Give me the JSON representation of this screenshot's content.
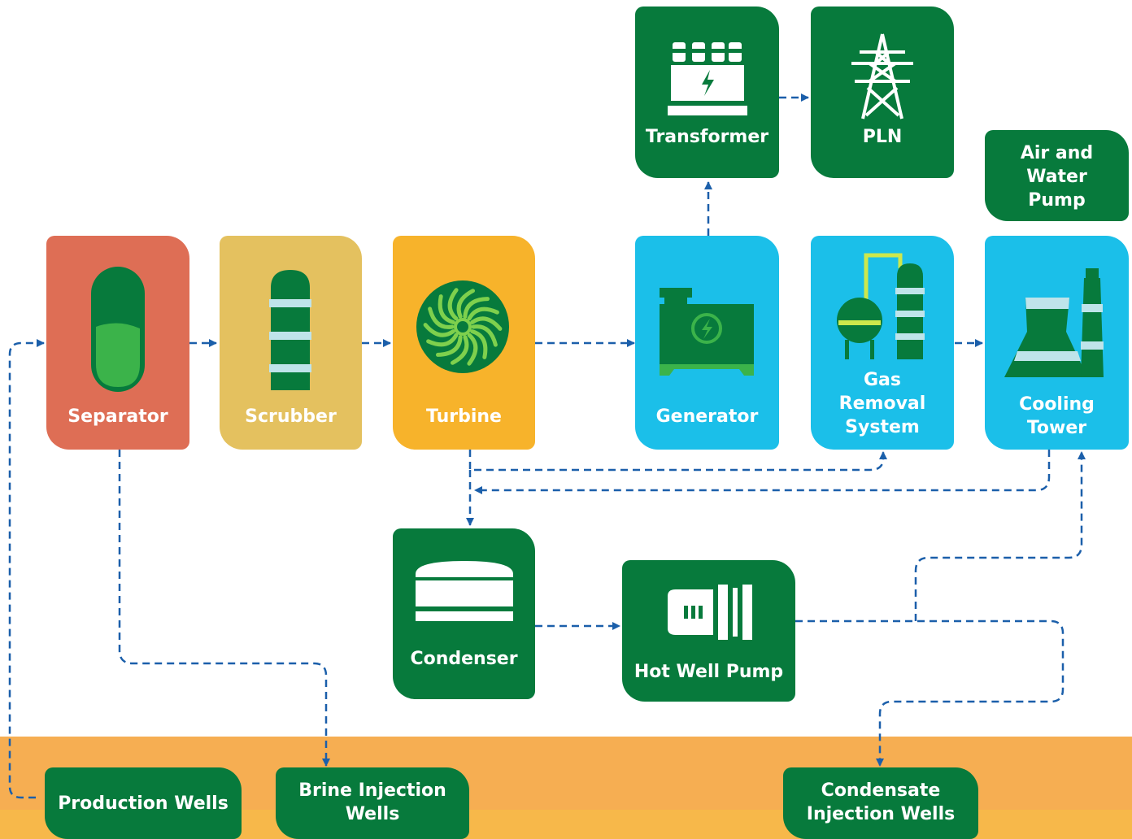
{
  "colors": {
    "dark_green": "#077a3c",
    "light_green": "#3bb34a",
    "sky_blue": "#1bbfe9",
    "separator_red": "#de6e55",
    "scrubber_yellow": "#e4c15f",
    "turbine_orange": "#f7b32b",
    "ground_orange": "#f6ae52",
    "arrow_blue": "#1b5faa"
  },
  "nodes": {
    "transformer": {
      "label": "Transformer",
      "icon": "transformer-icon"
    },
    "pln": {
      "label": "PLN",
      "icon": "transmission-tower-icon"
    },
    "air_water_pump": {
      "label": "Air and\nWater\nPump"
    },
    "separator": {
      "label": "Separator",
      "icon": "separator-vessel-icon"
    },
    "scrubber": {
      "label": "Scrubber",
      "icon": "scrubber-column-icon"
    },
    "turbine": {
      "label": "Turbine",
      "icon": "turbine-icon"
    },
    "generator": {
      "label": "Generator",
      "icon": "generator-icon"
    },
    "gas_removal": {
      "label": "Gas\nRemoval\nSystem",
      "icon": "gas-removal-icon"
    },
    "cooling_tower": {
      "label": "Cooling\nTower",
      "icon": "cooling-tower-icon"
    },
    "condenser": {
      "label": "Condenser",
      "icon": "condenser-icon"
    },
    "hot_well_pump": {
      "label": "Hot Well Pump",
      "icon": "pump-icon"
    },
    "production_wells": {
      "label": "Production Wells"
    },
    "brine_injection": {
      "label": "Brine Injection\nWells"
    },
    "condensate_injection": {
      "label": "Condensate\nInjection Wells"
    }
  }
}
